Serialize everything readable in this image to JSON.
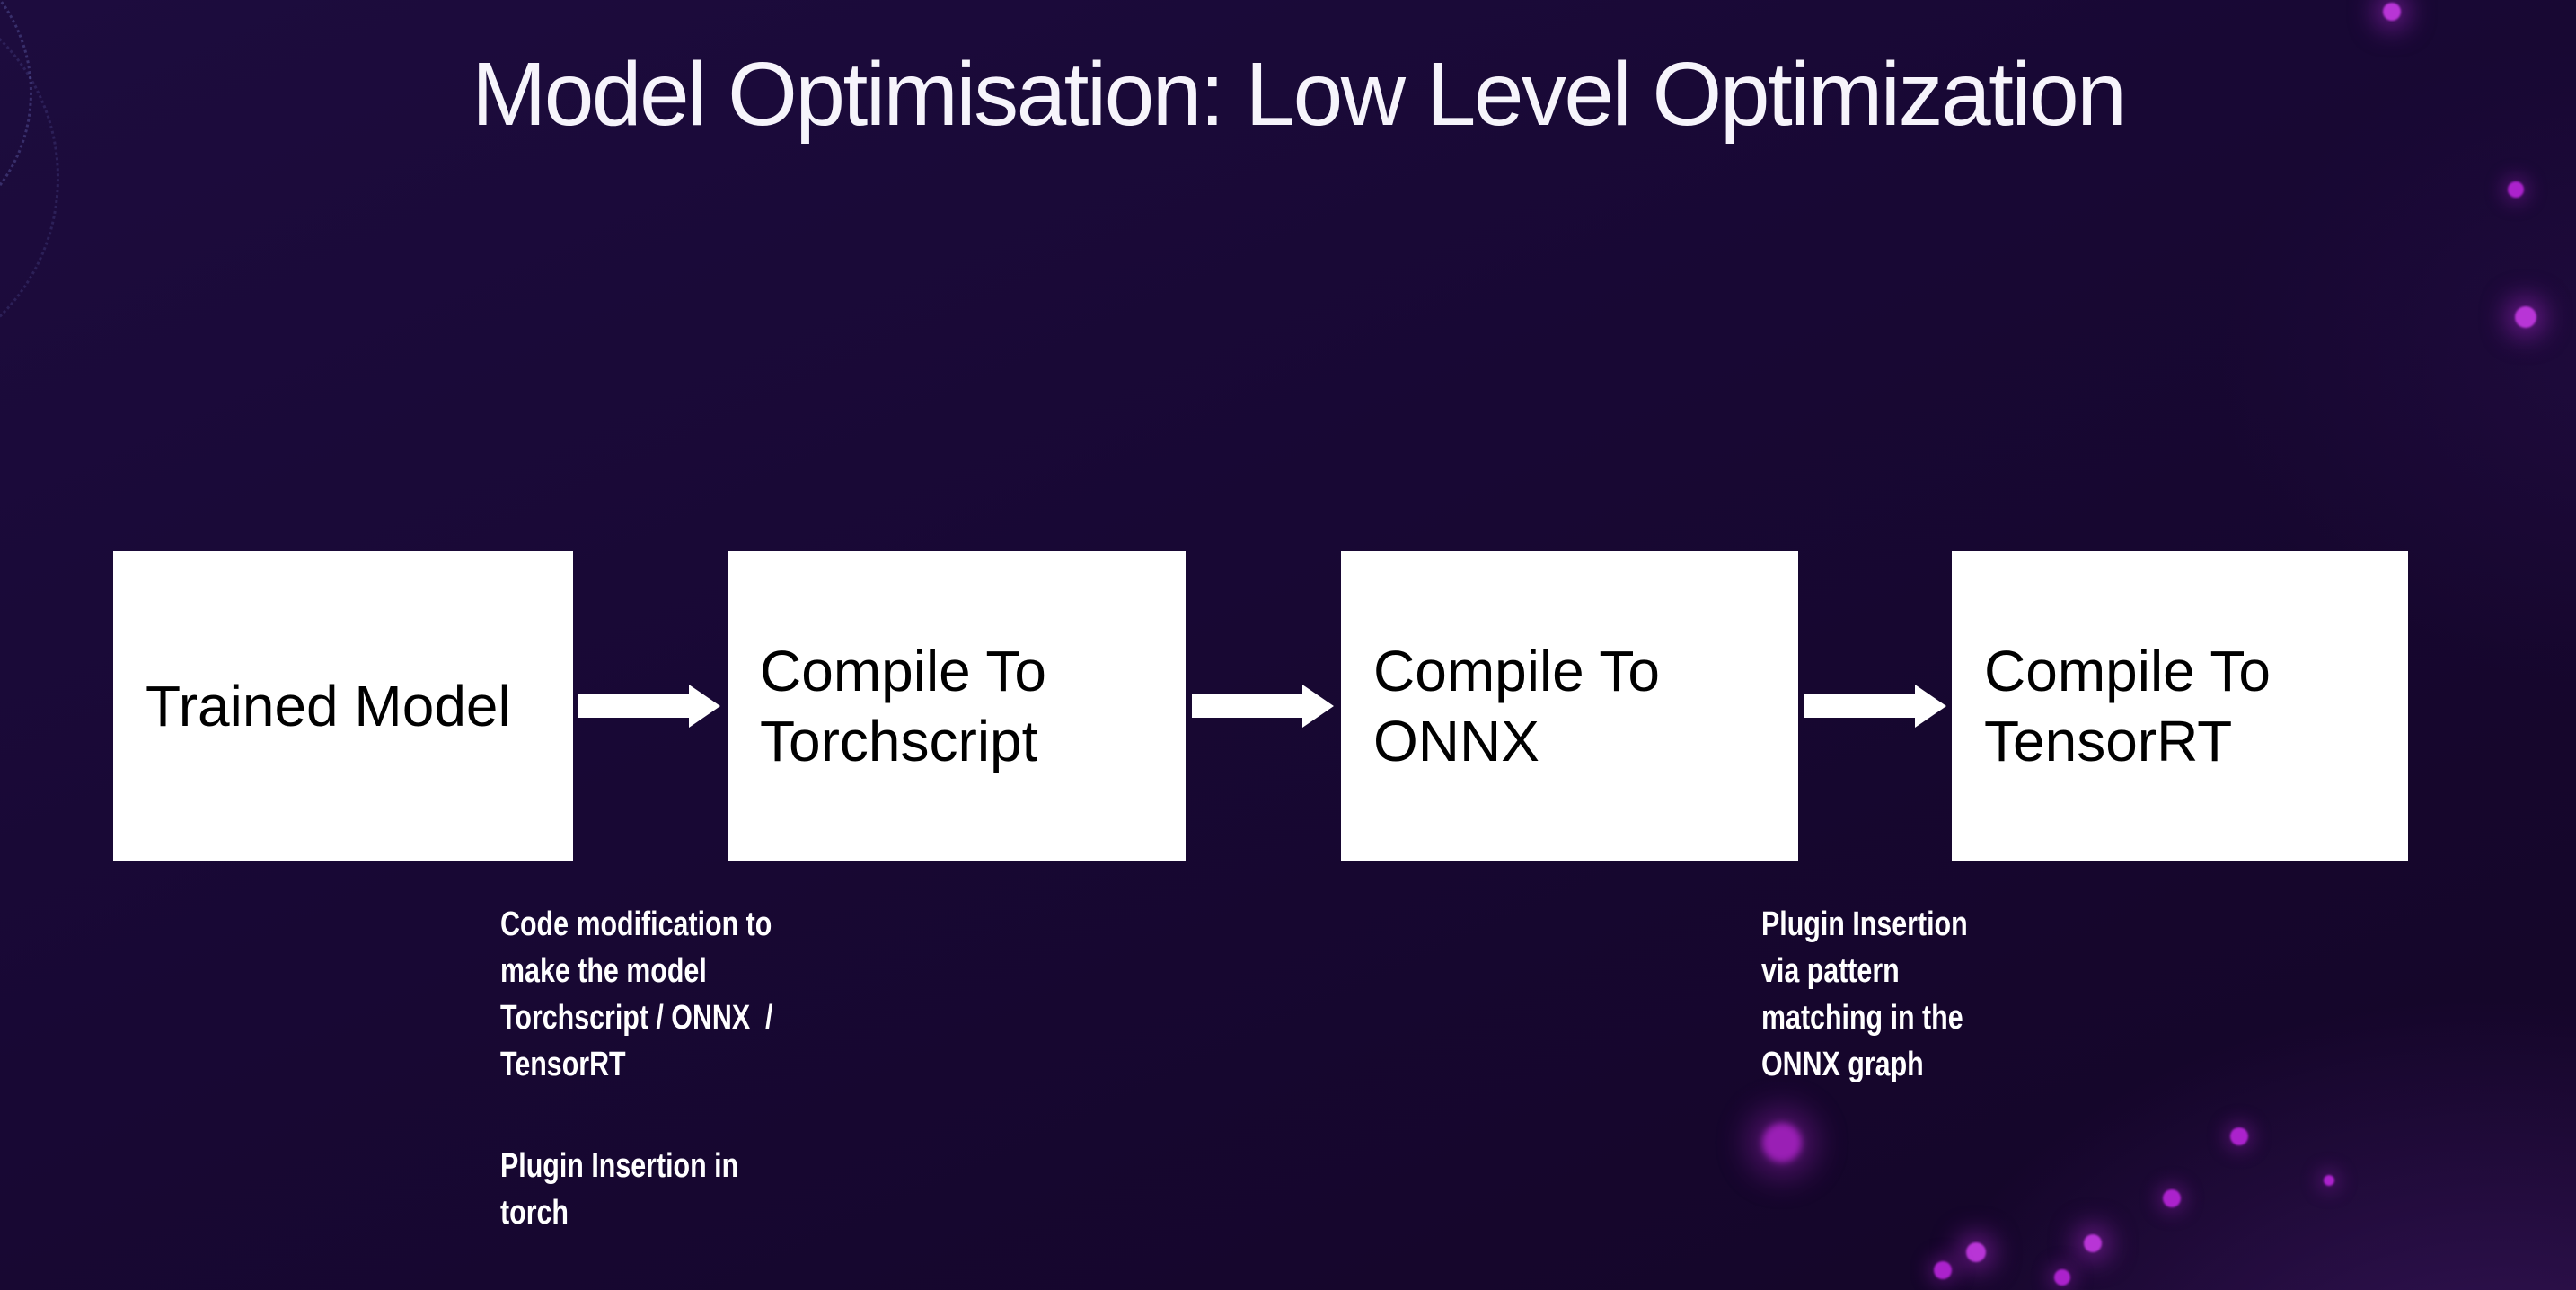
{
  "slide": {
    "title": "Model Optimisation: Low Level Optimization"
  },
  "pipeline": {
    "nodes": [
      {
        "label": "Trained Model"
      },
      {
        "label": "Compile To\nTorchscript"
      },
      {
        "label": "Compile To\nONNX"
      },
      {
        "label": "Compile To\nTensorRT"
      }
    ]
  },
  "annotations": {
    "torchscript_note": {
      "paragraph1": "Code modification to\nmake the model\nTorchscript / ONNX  /\nTensorRT",
      "paragraph2": "Plugin Insertion in\ntorch"
    },
    "tensorrt_note": {
      "paragraph1": "Plugin Insertion\nvia pattern\nmatching in the\nONNX graph"
    }
  },
  "colors": {
    "background": "#180834",
    "node_fill": "#ffffff",
    "node_text": "#000000",
    "title_text": "#f6f4fb",
    "annotation_text": "#ffffff",
    "arrow": "#ffffff",
    "accent_dot": "#ab22cc"
  }
}
